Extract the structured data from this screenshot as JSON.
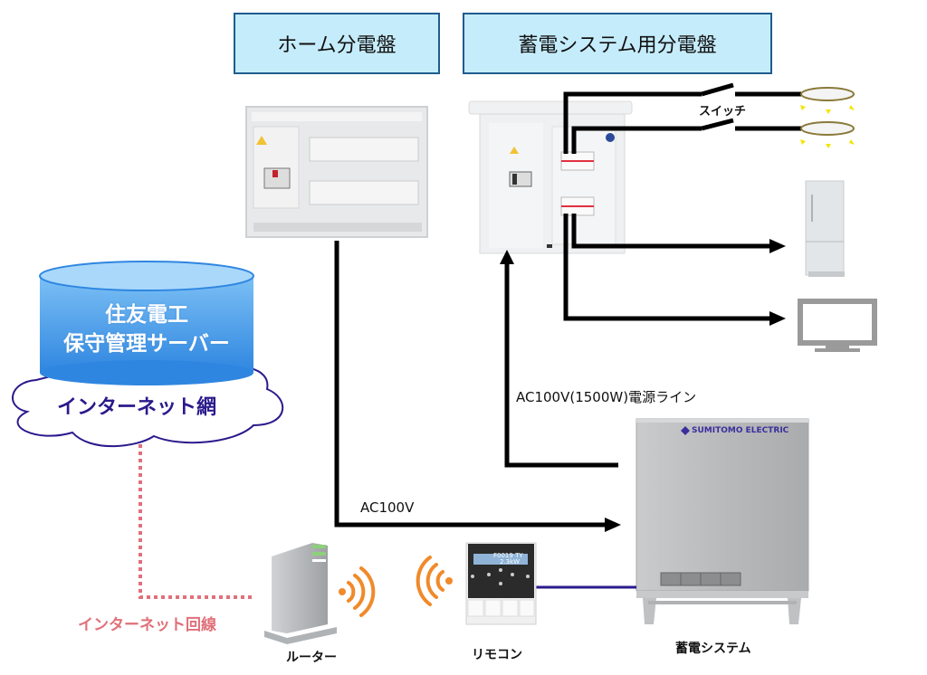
{
  "headers": {
    "home_panel": "ホーム分電盤",
    "storage_panel": "蓄電システム用分電盤"
  },
  "server": {
    "line1": "住友電工",
    "line2": "保守管理サーバー"
  },
  "cloud": {
    "label": "インターネット網"
  },
  "labels": {
    "switch": "スイッチ",
    "power_line": "AC100V(1500W)電源ライン",
    "ac100v": "AC100V",
    "internet_line": "インターネット回線",
    "router": "ルーター",
    "remote": "リモコン",
    "storage_system": "蓄電システム"
  },
  "devices": {
    "storage_brand": "SUMITOMO ELECTRIC",
    "remote_display_line1": "F0019 TY",
    "remote_display_line2": "2.3kW"
  },
  "colors": {
    "header_fill": "#c5ecfb",
    "header_border": "#1f5c8f",
    "server_blue": "#4a9be8",
    "cloud_text": "#2a1a8c",
    "internet_line": "#e0707a",
    "wifi_orange": "#f08a2a",
    "remote_cable": "#2a1a8c"
  }
}
